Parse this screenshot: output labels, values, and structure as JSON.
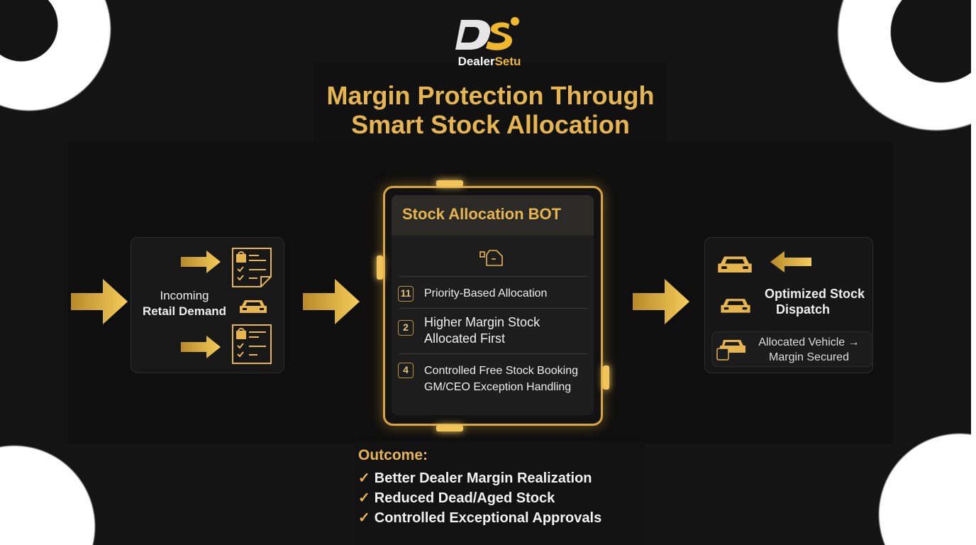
{
  "brand": {
    "logo_letters": "DS",
    "name_part1": "Dealer",
    "name_part2": "Setu"
  },
  "title": {
    "line1": "Margin Protection Through",
    "line2": "Smart Stock Allocation"
  },
  "left_panel": {
    "line1": "Incoming",
    "line2": "Retail Demand"
  },
  "bot": {
    "title": "Stock Allocation BOT",
    "items": [
      {
        "num": "11",
        "text": "Priority-Based Allocation"
      },
      {
        "num": "2",
        "line1": "Higher Margin Stock",
        "line2": "Allocated First"
      },
      {
        "num": "4",
        "line1": "Controlled Free Stock Booking",
        "line2": "GM/CEO Exception Handling"
      }
    ]
  },
  "right_panel": {
    "line1": "Optimized Stock",
    "line2": "Dispatch",
    "sub_line1": "Allocated Vehicle →",
    "sub_line2": "Margin Secured"
  },
  "outcome": {
    "heading": "Outcome:",
    "check": "✓",
    "items": [
      "Better Dealer Margin Realization",
      "Reduced Dead/Aged Stock",
      "Controlled Exceptional Approvals"
    ]
  },
  "colors": {
    "gold": "#e6b54e",
    "background": "#141414"
  }
}
